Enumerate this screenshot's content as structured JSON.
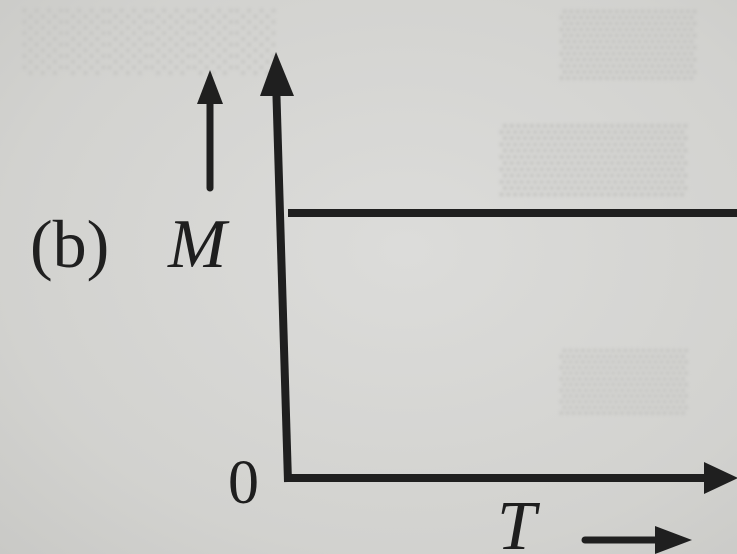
{
  "chart_data": {
    "type": "line",
    "part_label": "(b)",
    "xlabel": "T",
    "ylabel": "M",
    "origin_label": "0",
    "series": [
      {
        "x": [
          0,
          1
        ],
        "y": [
          1,
          1
        ]
      }
    ],
    "xlim": [
      0,
      1
    ],
    "ylim": [
      0,
      1.2
    ],
    "grid": false,
    "legend": false
  },
  "colors": {
    "ink": "#1f1f1f",
    "paper": "#d6d6d4"
  }
}
